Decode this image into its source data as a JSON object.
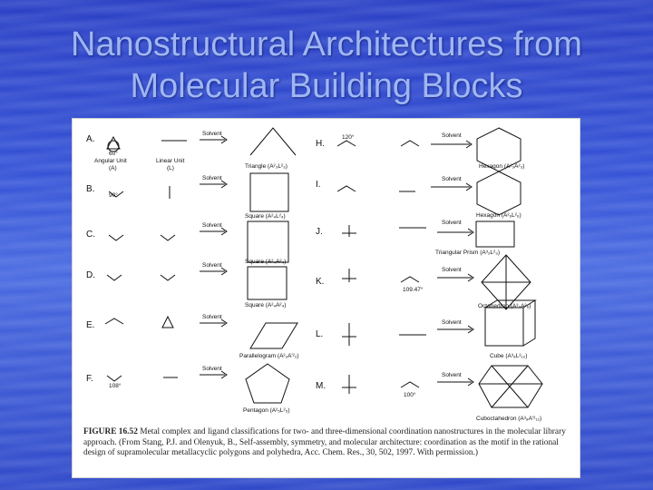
{
  "slide": {
    "title_line1": "Nanostructural Architectures from",
    "title_line2": "Molecular Building Blocks"
  },
  "figure": {
    "rows_left": [
      {
        "letter": "A.",
        "label": "Triangle (A²₃L²₃)"
      },
      {
        "letter": "B.",
        "label": "Square (A²₄L²₄)"
      },
      {
        "letter": "C.",
        "label": "Square (A²₄A²₄)"
      },
      {
        "letter": "D.",
        "label": "Square (A²₄A²₄)"
      },
      {
        "letter": "E.",
        "label": "Parallelogram (A²₂A′²₂)"
      },
      {
        "letter": "F.",
        "label": "Pentagon (A²₅L²₅)"
      }
    ],
    "rows_right": [
      {
        "letter": "H.",
        "label": "Hexagon (A²₃A²₃)"
      },
      {
        "letter": "I.",
        "label": "Hexagon (A²₆L²₆)"
      },
      {
        "letter": "J.",
        "label": "Triangular Prism (A³₂L²₃)"
      },
      {
        "letter": "K.",
        "label": "Octahedron (A³₄A²₆)"
      },
      {
        "letter": "L.",
        "label": "Cube (A³₈L²₁₂)"
      },
      {
        "letter": "M.",
        "label": "Cuboctahedron (A³₈A′²₁₂)"
      }
    ],
    "units": {
      "angular": "Angular Unit",
      "linear": "Linear Unit",
      "a": "(A)",
      "l": "(L)"
    },
    "angles": {
      "a60": "60°",
      "a90": "90°",
      "a120": "120°",
      "a108": "108°",
      "a109": "109.47°",
      "a100": "100°"
    },
    "solvent": "Solvent",
    "caption_label": "FIGURE 16.52",
    "caption_text": "Metal complex and ligand classifications for two- and three-dimensional coordination nanostructures in the molecular library approach. (From Stang, P.J. and Olenyuk, B., Self-assembly, symmetry, and molecular architecture: coordination as the motif in the rational design of supramolecular metallacyclic polygons and polyhedra, Acc. Chem. Res., 30, 502, 1997. With permission.)"
  }
}
